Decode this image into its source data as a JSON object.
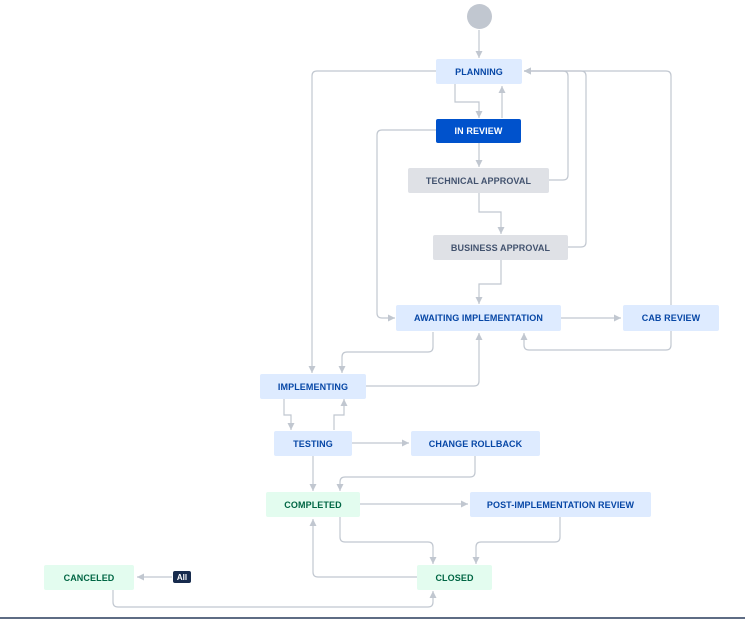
{
  "workflow": {
    "statuses": {
      "planning": "PLANNING",
      "in_review": "IN REVIEW",
      "technical_approval": "TECHNICAL APPROVAL",
      "business_approval": "BUSINESS APPROVAL",
      "awaiting_implementation": "AWAITING IMPLEMENTATION",
      "cab_review": "CAB REVIEW",
      "implementing": "IMPLEMENTING",
      "testing": "TESTING",
      "change_rollback": "CHANGE ROLLBACK",
      "completed": "COMPLETED",
      "post_implementation_review": "POST-IMPLEMENTATION REVIEW",
      "canceled": "CANCELED",
      "closed": "CLOSED"
    },
    "global_transition_label": "All",
    "selected_status": "IN REVIEW",
    "colors": {
      "connector": "#c1c7d0",
      "todo": "#deebff",
      "in_progress": "#dfe1e6",
      "done": "#e3fcef",
      "selected": "#0052cc"
    }
  }
}
